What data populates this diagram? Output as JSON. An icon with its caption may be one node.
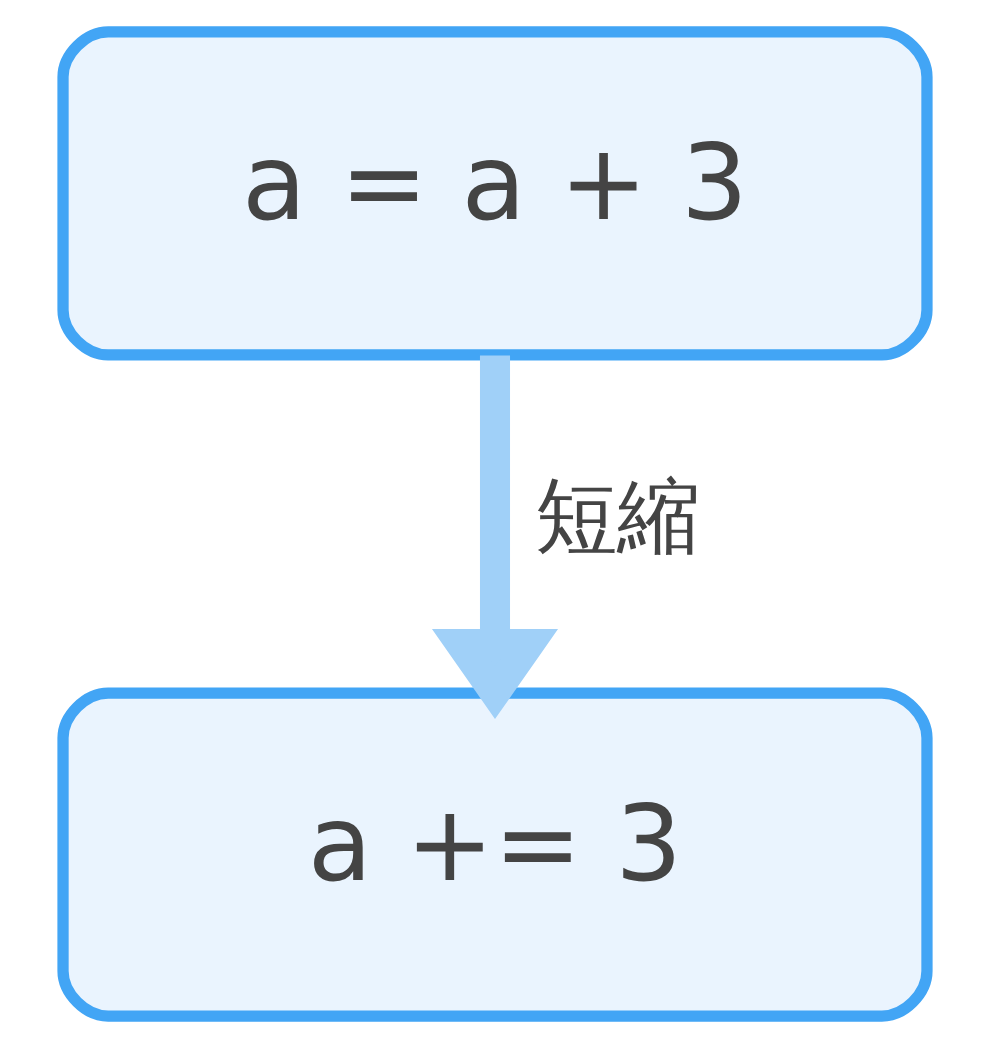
{
  "diagram": {
    "nodes": [
      {
        "text": [
          "a = a + 3"
        ]
      },
      {
        "text": [
          "a += 3"
        ]
      }
    ],
    "edges": [
      {
        "from": 0,
        "to": 1,
        "arrow": "to",
        "label": "短縮"
      }
    ]
  }
}
